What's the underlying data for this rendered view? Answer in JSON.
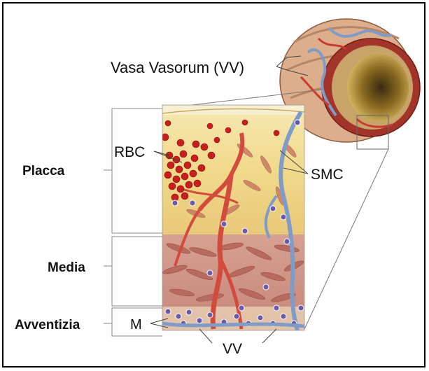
{
  "labels": {
    "vasa_vasorum": "Vasa Vasorum (VV)",
    "rbc": "RBC",
    "smc": "SMC",
    "placca": "Placca",
    "media": "Media",
    "avventizia": "Avventizia",
    "m": "M",
    "vv": "VV"
  },
  "colors": {
    "plaque": "#f3dd8a",
    "media": "#d9a796",
    "rbc": "#c81e1e",
    "vessel_red": "#d24b3c",
    "vessel_blue": "#7f9cc8",
    "macrophage": "#6a58a8",
    "outline": "#555555"
  }
}
